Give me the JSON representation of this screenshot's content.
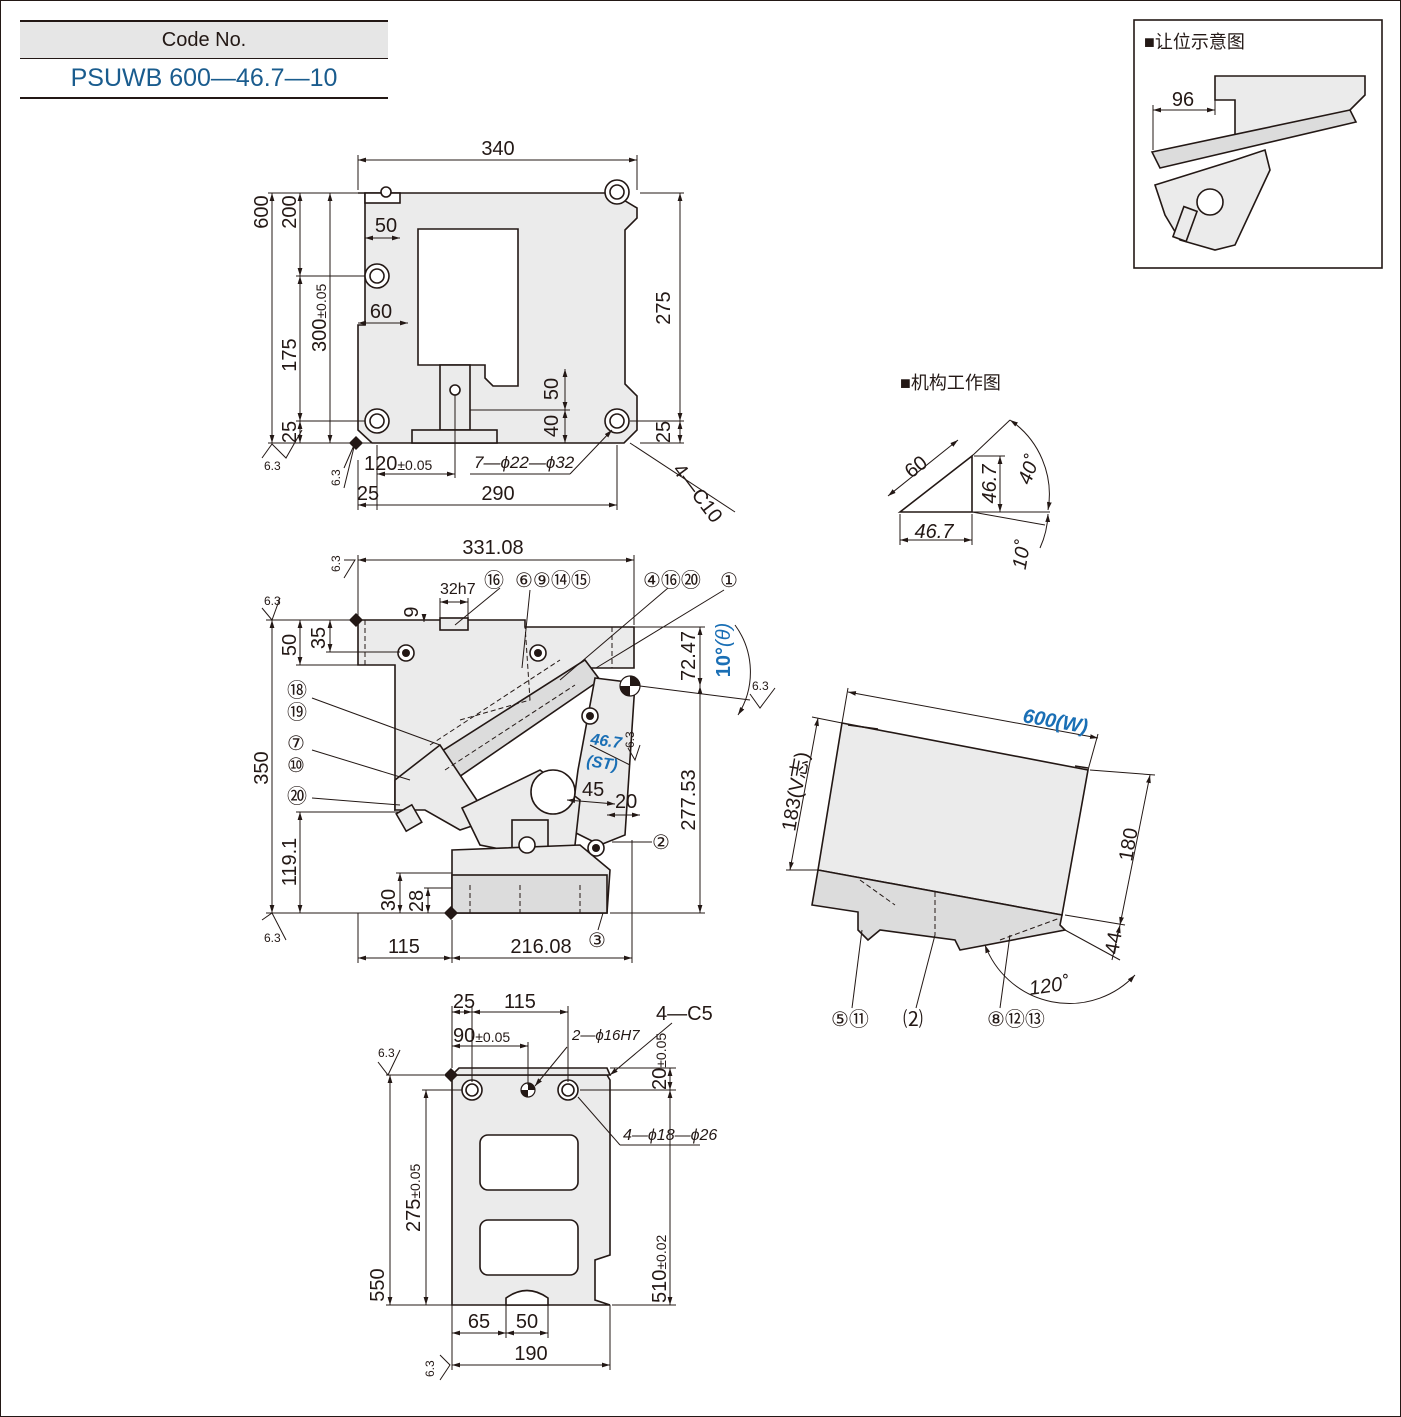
{
  "code_table": {
    "header": "Code No.",
    "value": "PSUWB 600—46.7—10"
  },
  "top_view": {
    "dims": {
      "width": "340",
      "left_total": "600",
      "left_top": "200",
      "left_mid": "175",
      "left_bot": "25",
      "tol_height_value": "300",
      "tol_height_tol": "±0.05",
      "offset_50": "50",
      "offset_60": "60",
      "right_275": "275",
      "right_25": "25",
      "inner_50": "50",
      "inner_40": "40",
      "pitch_120_value": "120",
      "pitch_120_tol": "±0.05",
      "holes": "7—ϕ22—ϕ32",
      "chamfer": "4—C10",
      "bottom_25": "25",
      "bottom_290": "290",
      "roughness": "6.3"
    }
  },
  "front_view": {
    "dims": {
      "width_top": "331.08",
      "slot": "32h7",
      "d9": "9",
      "d35": "35",
      "d50": "50",
      "d350": "350",
      "d119": "119.1",
      "d30": "30",
      "d28": "28",
      "d115": "115",
      "d216": "216.08",
      "d72": "72.47",
      "d277": "277.53",
      "angle": "10°",
      "theta": "(θ)",
      "st_value": "46.7",
      "st_label": "(ST)",
      "d45": "45",
      "d20": "20",
      "roughness": "6.3"
    },
    "callouts": {
      "c17": "⑯",
      "c6_9_14_15": "⑥⑨⑭⑮",
      "c4_16_21": "④⑯⑳",
      "c1": "①",
      "c18": "⑱",
      "c19": "⑲",
      "c7": "⑦",
      "c10": "⑩",
      "c20": "⑳",
      "c2": "②",
      "c3": "③"
    }
  },
  "bottom_view": {
    "dims": {
      "d25": "25",
      "d115": "115",
      "d90_value": "90",
      "d90_tol": "±0.05",
      "pin": "2—ϕ16H7",
      "chamfer": "4—C5",
      "d20_value": "20",
      "d20_tol": "±0.05",
      "holes": "4—ϕ18—ϕ26",
      "d275_value": "275",
      "d275_tol": "±0.05",
      "d510_value": "510",
      "d510_tol": "±0.02",
      "d550": "550",
      "d65": "65",
      "d50": "50",
      "d190": "190",
      "roughness": "6.3"
    }
  },
  "mechanism": {
    "title": "■机构工作图",
    "d60": "60",
    "d46_h": "46.7",
    "d46_v": "46.7",
    "a40": "40˚",
    "a10": "10˚"
  },
  "clearance": {
    "title": "■让位示意图",
    "d96": "96"
  },
  "iso_view": {
    "w": "600",
    "w_label": "(W)",
    "v": "183(V志)",
    "h180": "180",
    "h44": "44",
    "angle": "120˚",
    "c5_11": "⑤⑪",
    "c22": "⑵",
    "c8_12_13": "⑧⑫⑬"
  },
  "colors": {
    "line": "#231815",
    "fill": "#ebebeb",
    "accent": "#1a6fb5",
    "code_text": "#1a5c8e",
    "header_bg": "#e6e6e6"
  }
}
